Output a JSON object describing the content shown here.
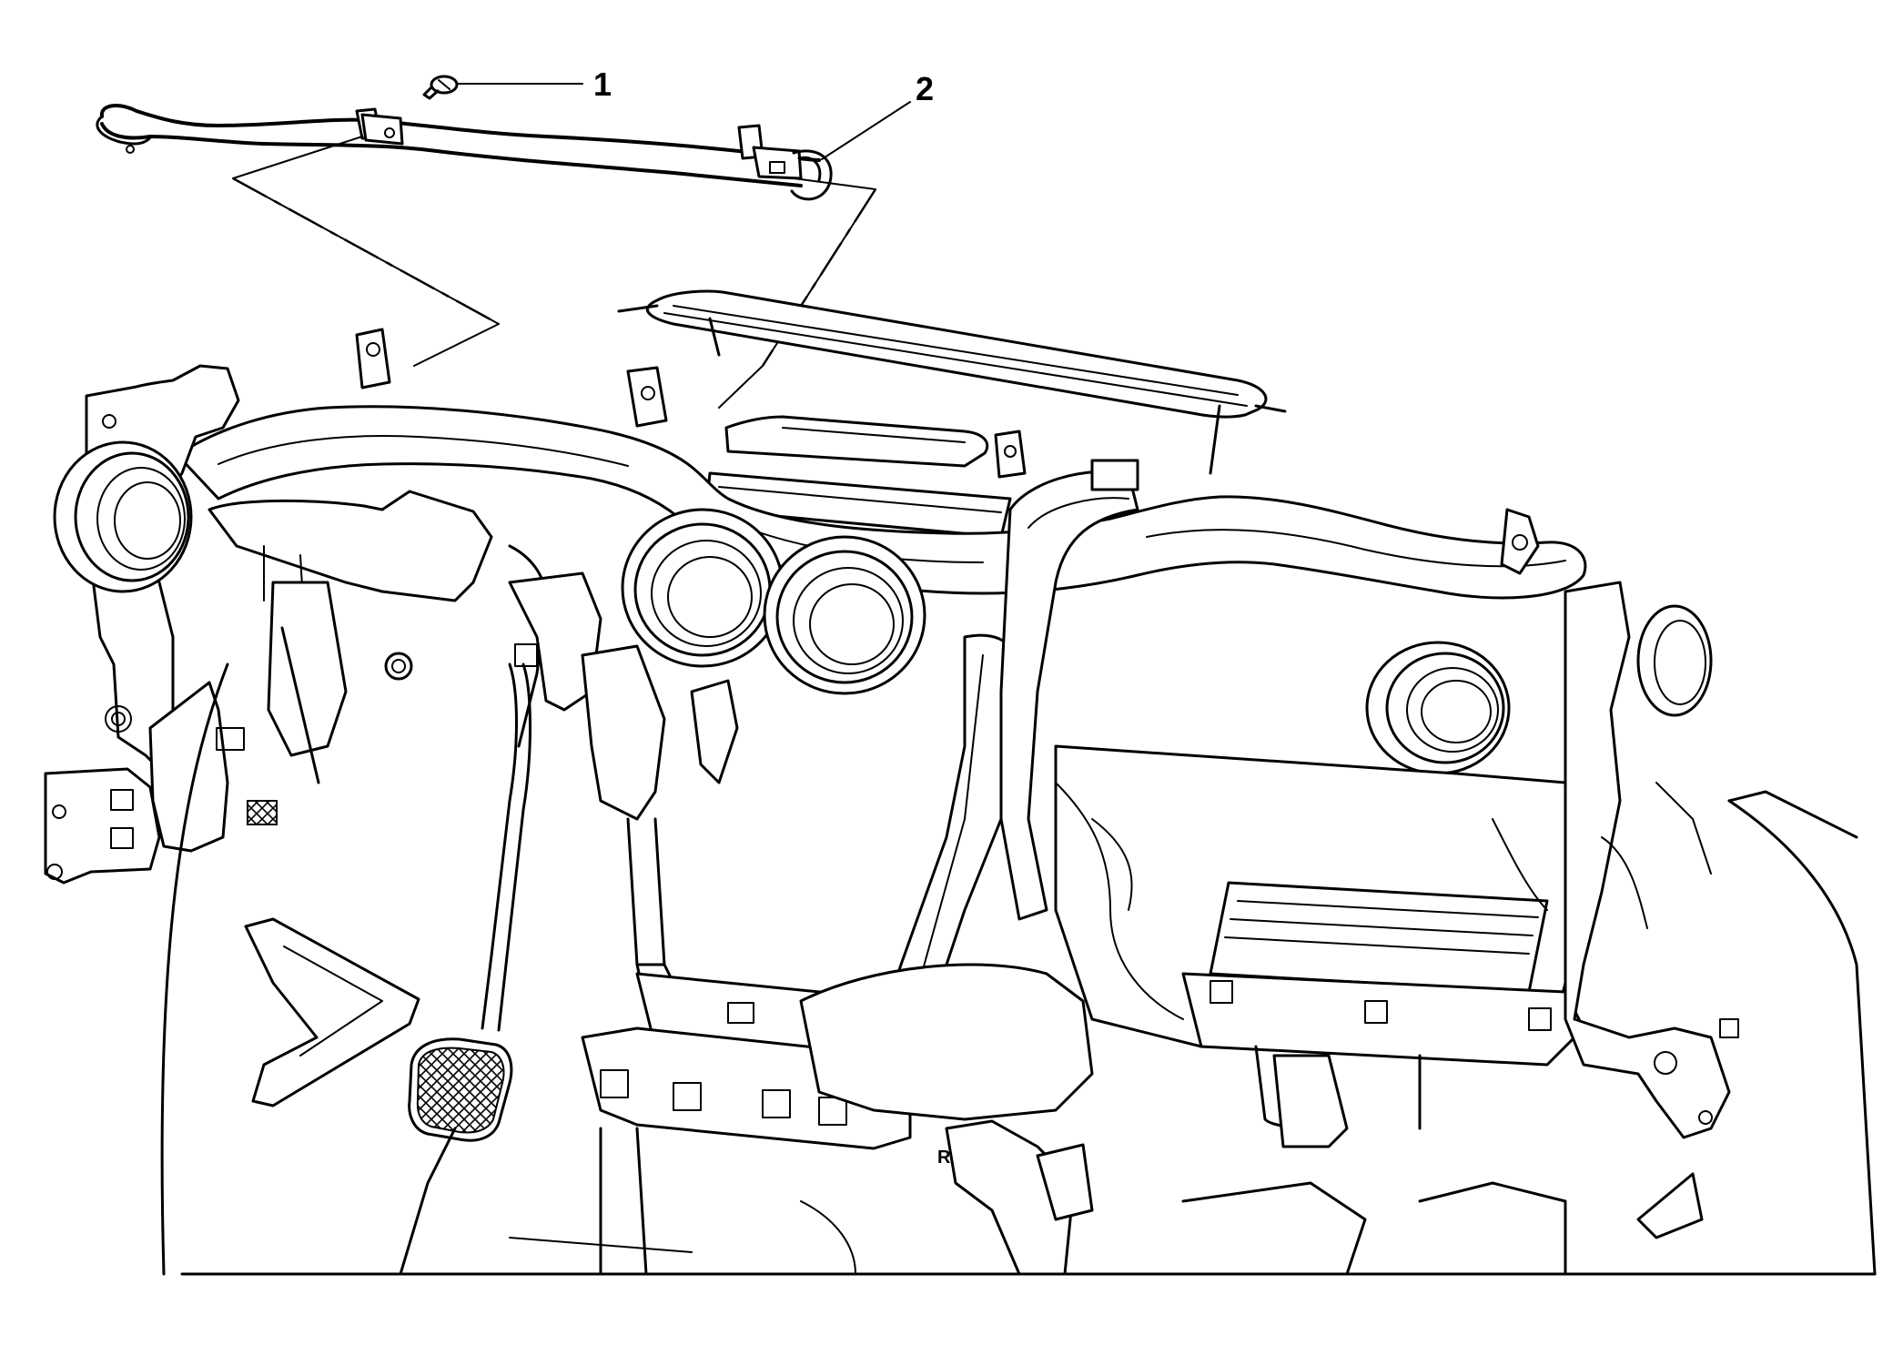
{
  "callouts": [
    {
      "id": "1",
      "label": "1"
    },
    {
      "id": "2",
      "label": "2"
    }
  ],
  "part_marks": {
    "rhd_mark": "R"
  }
}
